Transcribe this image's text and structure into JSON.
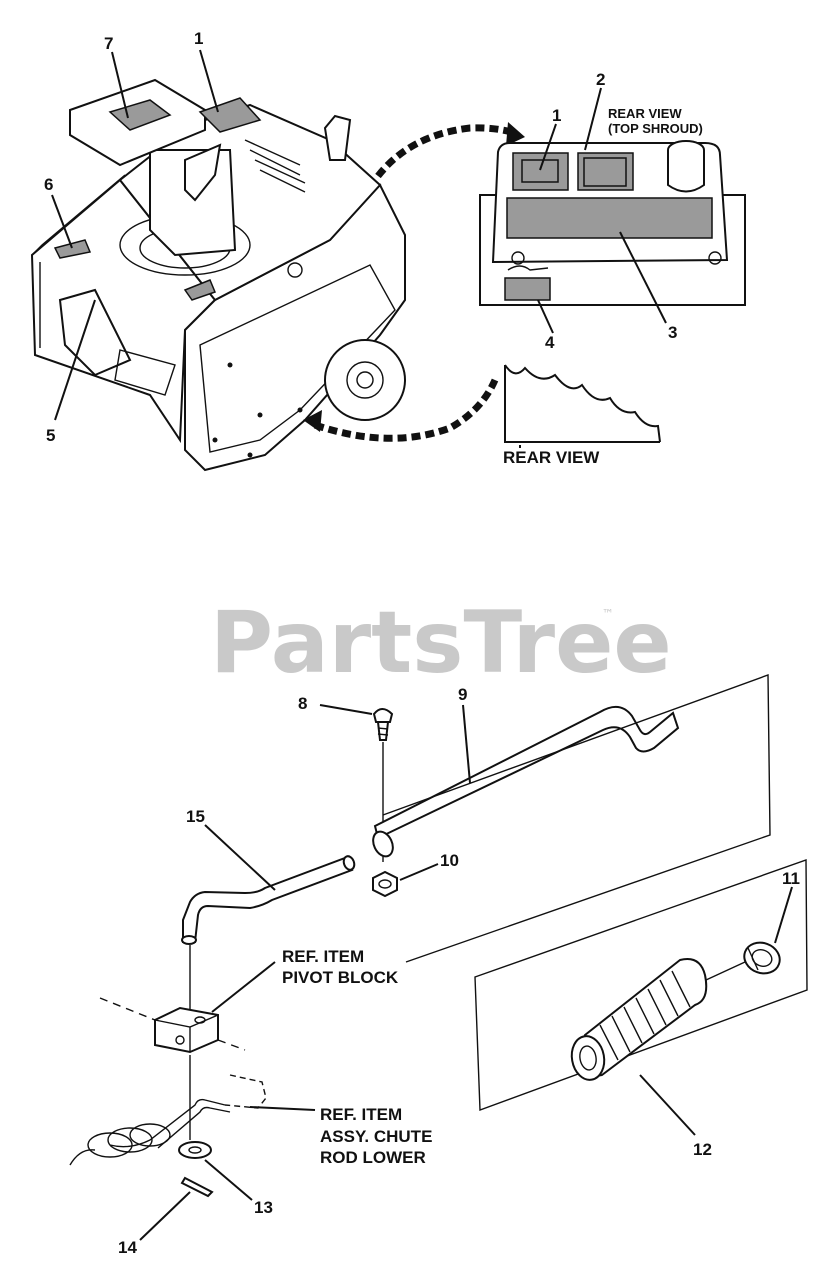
{
  "watermark": {
    "text": "PartsTree",
    "tm": "™"
  },
  "labels": {
    "rear_view_top_shroud_1": "REAR VIEW",
    "rear_view_top_shroud_2": "(TOP SHROUD)",
    "rear_view": "REAR VIEW",
    "pivot_block_1": "REF. ITEM",
    "pivot_block_2": "PIVOT BLOCK",
    "chute_rod_1": "REF. ITEM",
    "chute_rod_2": "ASSY. CHUTE",
    "chute_rod_3": "ROD LOWER"
  },
  "callouts": {
    "c1a": "1",
    "c1b": "1",
    "c2": "2",
    "c3": "3",
    "c4": "4",
    "c5": "5",
    "c6": "6",
    "c7": "7",
    "c8": "8",
    "c9": "9",
    "c10": "10",
    "c11": "11",
    "c12": "12",
    "c13": "13",
    "c14": "14",
    "c15": "15"
  }
}
